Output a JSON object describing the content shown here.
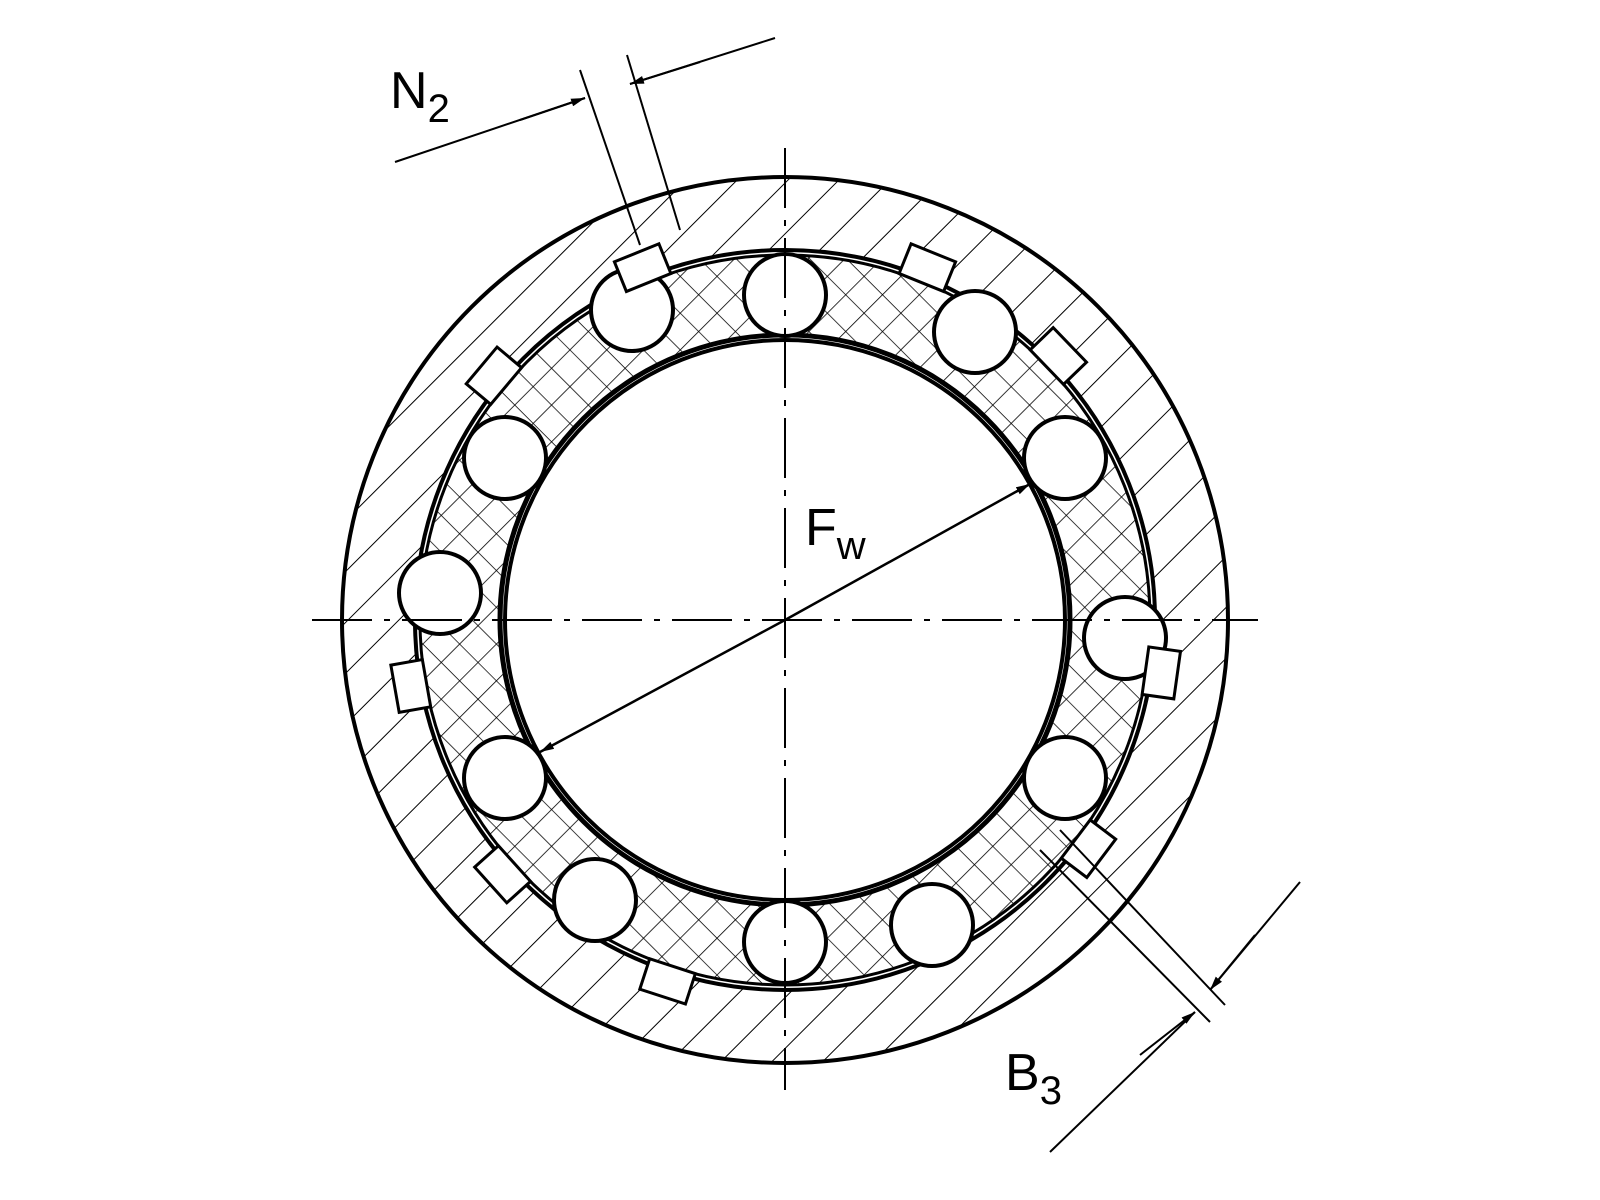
{
  "labels": {
    "n2_main": "N",
    "n2_sub": "2",
    "fw_main": "F",
    "fw_sub": "w",
    "b3_main": "B",
    "b3_sub": "3"
  },
  "colors": {
    "line": "#000000",
    "background": "#ffffff"
  }
}
